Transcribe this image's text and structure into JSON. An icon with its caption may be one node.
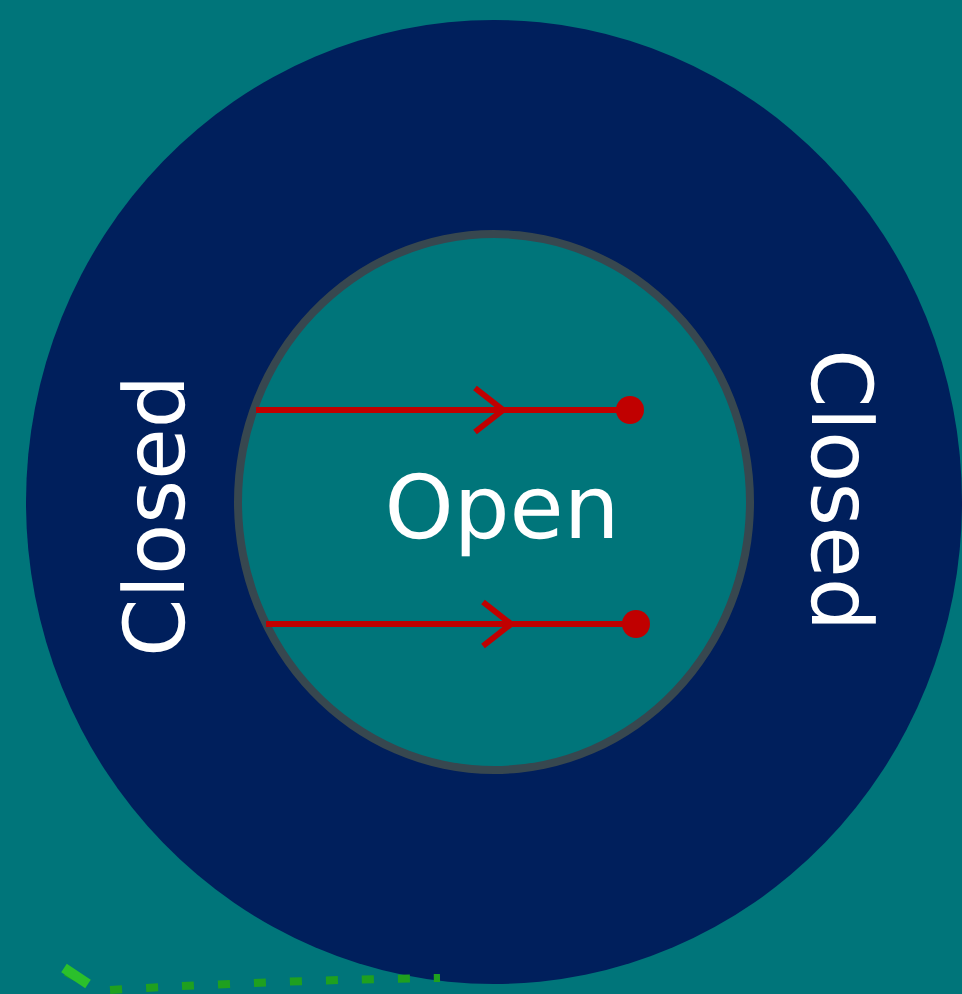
{
  "diagram": {
    "nodes": [
      {
        "text": [
          "Closed",
          "Closed"
        ]
      },
      {
        "text": [
          "Open"
        ],
        "in": 0
      }
    ]
  }
}
